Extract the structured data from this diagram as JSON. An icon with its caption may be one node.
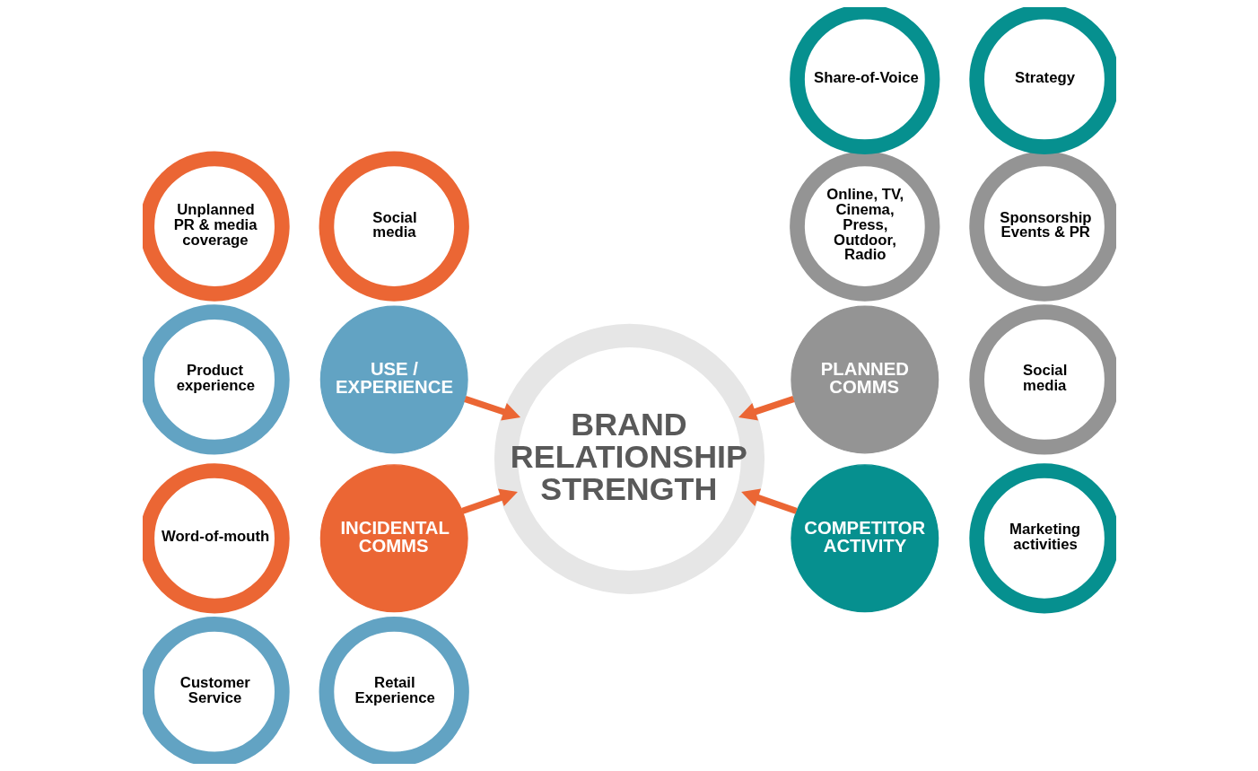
{
  "diagram": {
    "nodes": [
      {
        "text": [
          "Customer Service"
        ]
      },
      {
        "text": [
          "Retail Experience"
        ]
      },
      {
        "text": [
          "Online, TV, Cinema, Press, Outdoor, Radio"
        ]
      },
      {
        "text": [
          "Sponsorship Events & PR"
        ]
      },
      {
        "text": [
          "Product experience"
        ]
      },
      {
        "text": [
          "USE / EXPERIENCE"
        ]
      },
      {
        "text": [
          "PLANNED COMMS"
        ]
      },
      {
        "text": [
          "Social media"
        ]
      },
      {
        "text": [
          "BRAND RELATIONSHIP STRENGTH"
        ]
      },
      {
        "text": [
          "Word-of-mouth"
        ]
      },
      {
        "text": [
          "INCIDENTAL COMMS"
        ]
      },
      {
        "text": [
          "COMPETITOR ACTIVITY"
        ]
      },
      {
        "text": [
          "Marketing activities"
        ]
      },
      {
        "text": [
          "Unplanned PR & media coverage"
        ]
      },
      {
        "text": [
          "Social media"
        ]
      },
      {
        "text": [
          "Share-of-Voice"
        ]
      },
      {
        "text": [
          "Strategy"
        ]
      }
    ],
    "edges": [
      {
        "from": 5,
        "to": 8,
        "arrow": "to"
      },
      {
        "from": 6,
        "to": 8,
        "arrow": "to"
      },
      {
        "from": 10,
        "to": 8,
        "arrow": "to"
      },
      {
        "from": 11,
        "to": 8,
        "arrow": "to"
      }
    ]
  }
}
